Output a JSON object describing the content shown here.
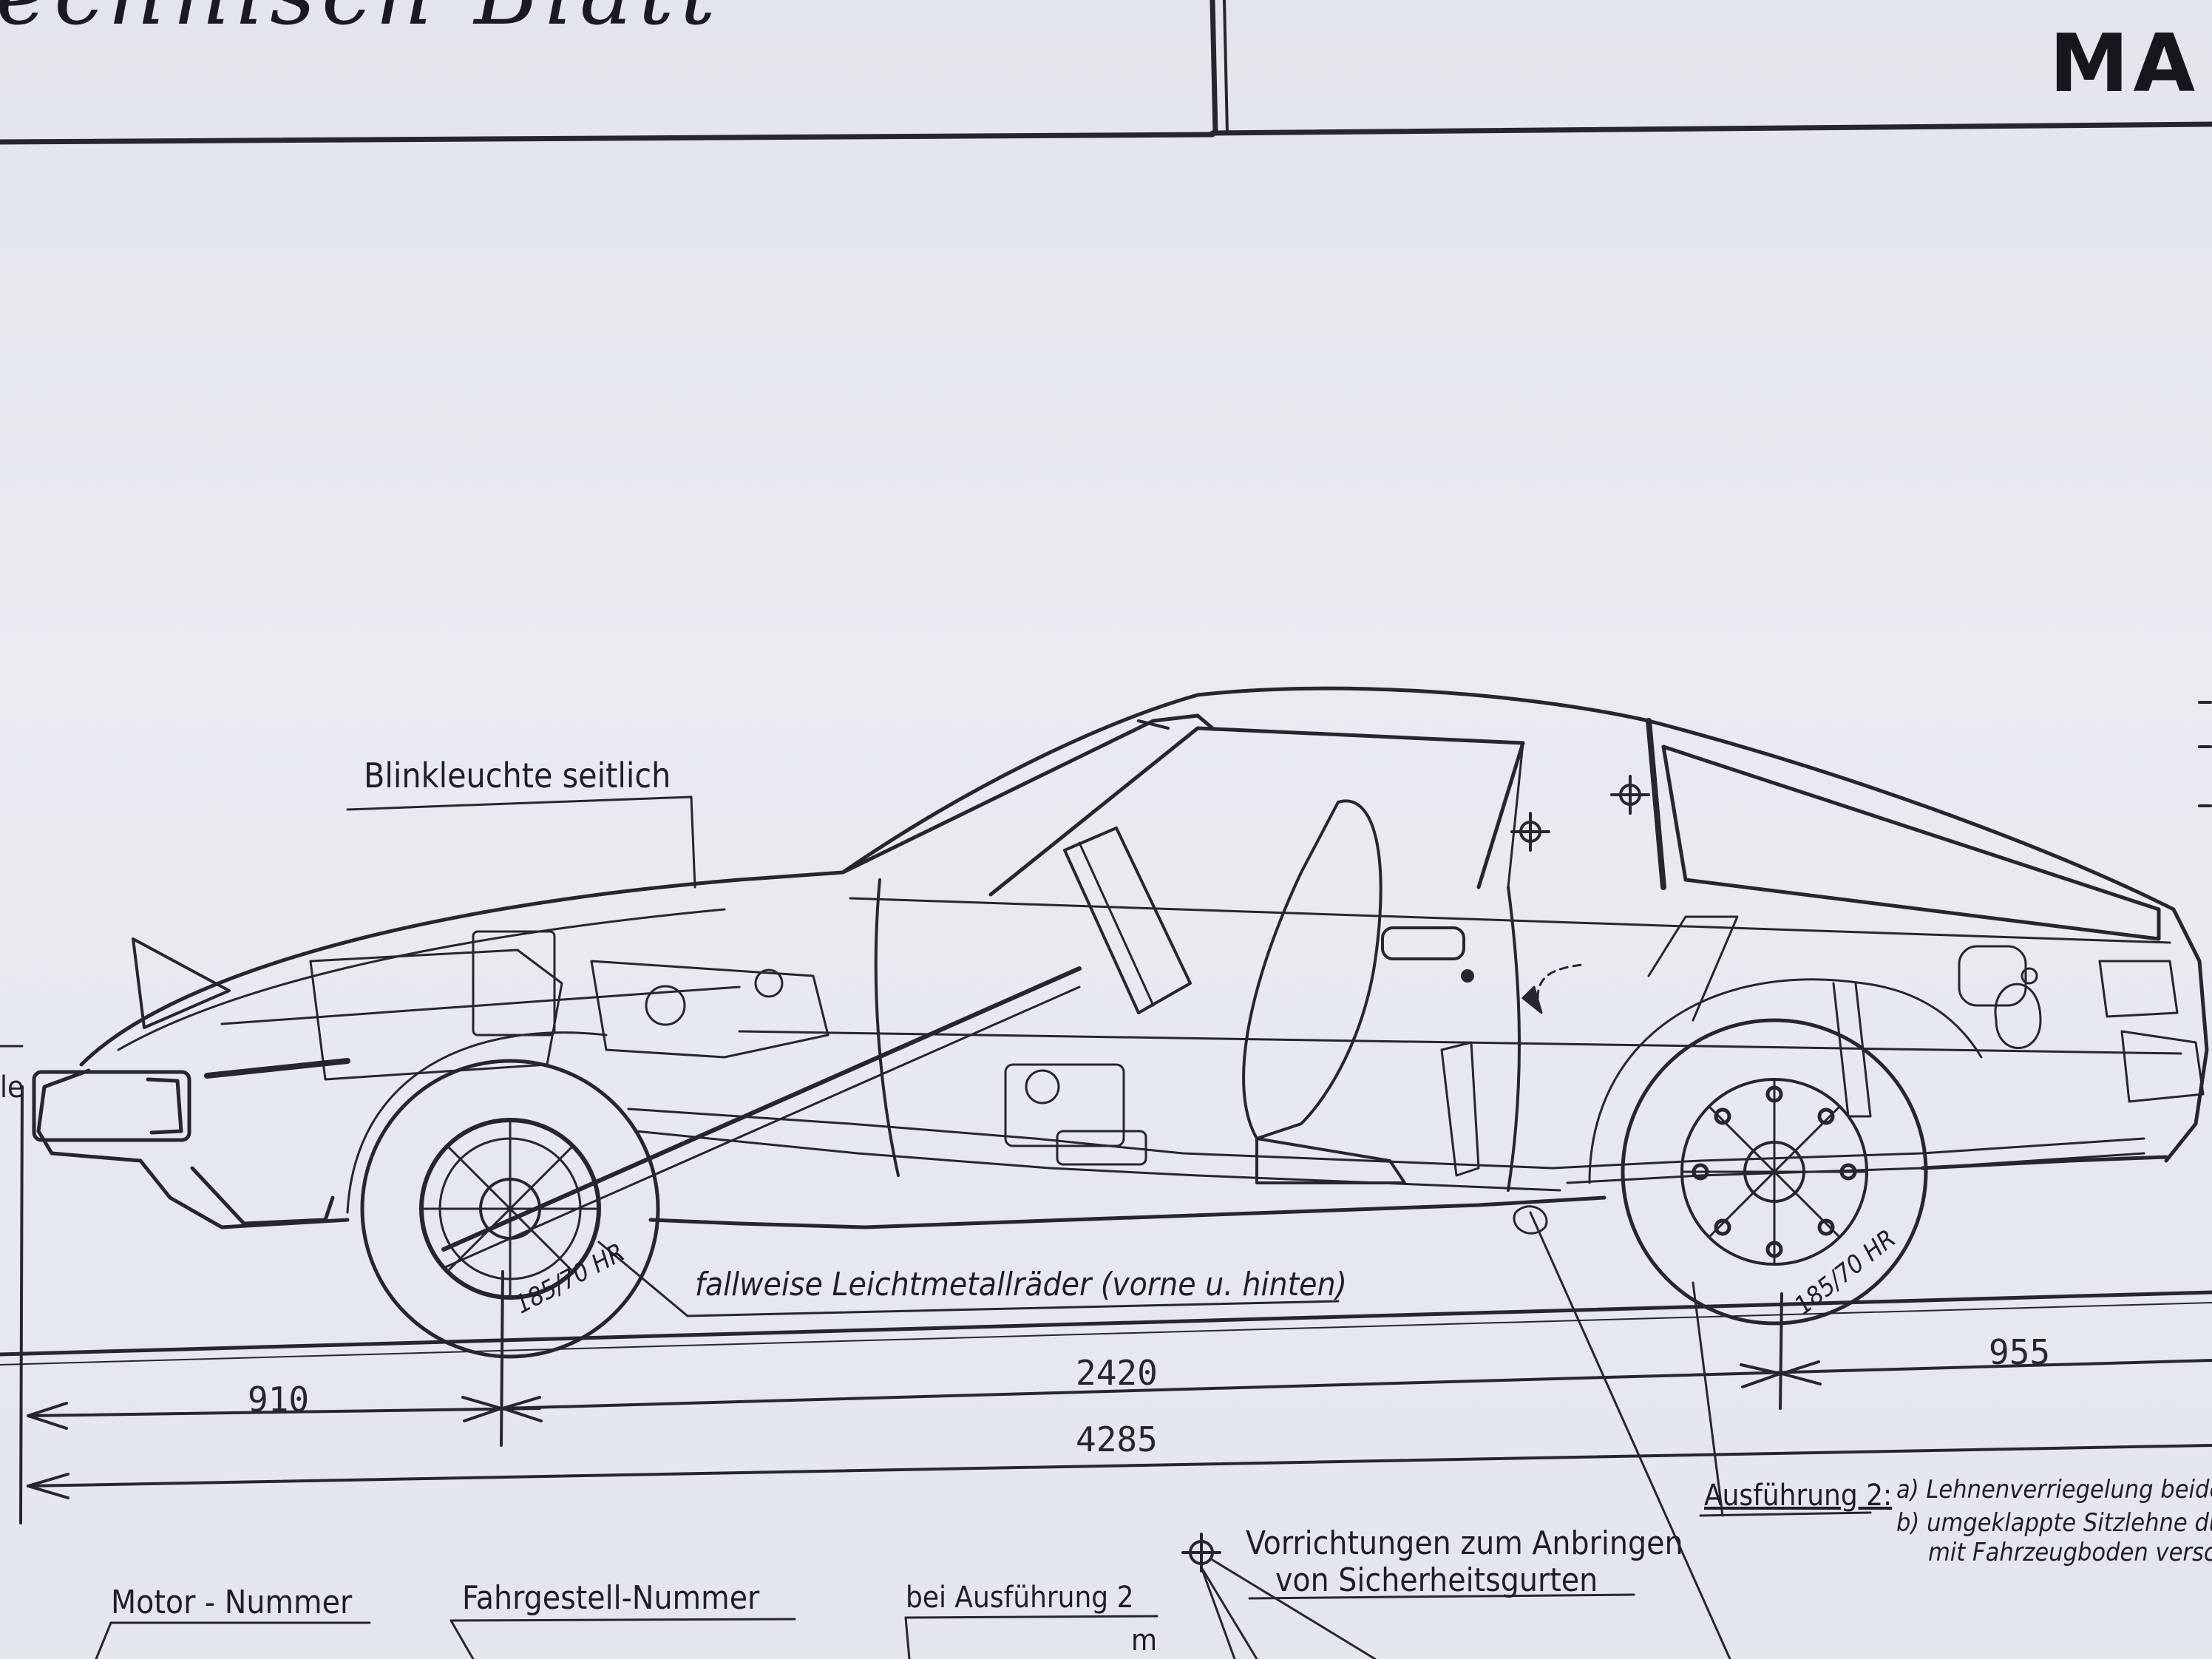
{
  "header": {
    "title": "echnisch Blatt",
    "right_title": "MA"
  },
  "labels": {
    "blinkleuchte": "Blinkleuchte seitlich",
    "left_edge": "le",
    "tires_front": "185/70 HR",
    "tires_rear": "185/70 HR",
    "wheels_note": "fallweise Leichtmetallräder (vorne u. hinten)",
    "ausfuehrung": "Ausführung 2:",
    "note_a": "a) Lehnenverriegelung beiders",
    "note_b": "b) umgeklappte Sitzlehne durch",
    "note_b2": "mit Fahrzeugboden verschra",
    "seatbelt_line1": "Vorrichtungen zum Anbringen",
    "seatbelt_line2": "von Sicherheitsgurten",
    "motor_nummer": "Motor - Nummer",
    "fahrgestell_nummer": "Fahrgestell-Nummer",
    "bei_ausfuehrung": "bei Ausführung 2",
    "unit_fragment": "m"
  },
  "dimensions": {
    "front_overhang": "910",
    "wheelbase": "2420",
    "rear_overhang": "955",
    "overall_length": "4285"
  },
  "colors": {
    "paper": "#e6e8ee",
    "ink": "#1e1f24"
  }
}
